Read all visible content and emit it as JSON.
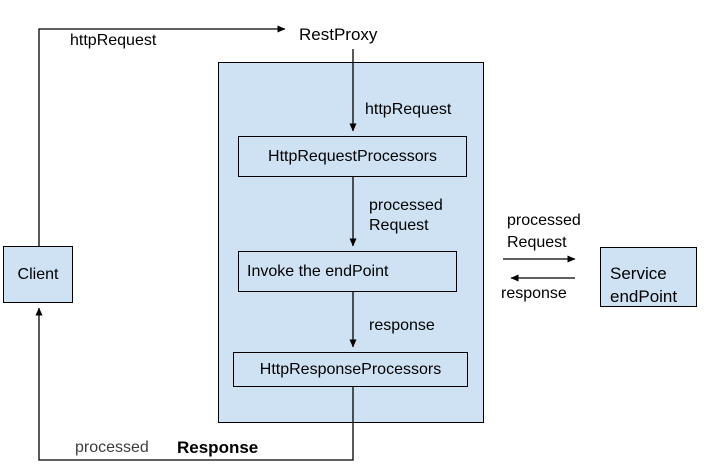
{
  "colors": {
    "node_fill": "#cfe2f3",
    "border": "#000000",
    "line": "#000000",
    "text": "#000000",
    "muted_text": "#3d3d3d"
  },
  "nodes": {
    "client": {
      "label": "Client"
    },
    "rest_proxy": {
      "label": "RestProxy"
    },
    "http_request_processors": {
      "label": "HttpRequestProcessors"
    },
    "invoke_endpoint": {
      "label": "Invoke the endPoint"
    },
    "http_response_processors": {
      "label": "HttpResponseProcessors"
    },
    "service_endpoint": {
      "label": "Service\nendPoint"
    }
  },
  "edge_labels": {
    "client_to_restproxy": "httpRequest",
    "restproxy_to_request_processors": "httpRequest",
    "request_processors_to_invoke": "processed\nRequest",
    "invoke_to_response_processors": "response",
    "proxy_to_service": "processed\nRequest",
    "service_to_proxy": "response",
    "response_to_client_word1": "processed",
    "response_to_client_word2": "Response"
  }
}
